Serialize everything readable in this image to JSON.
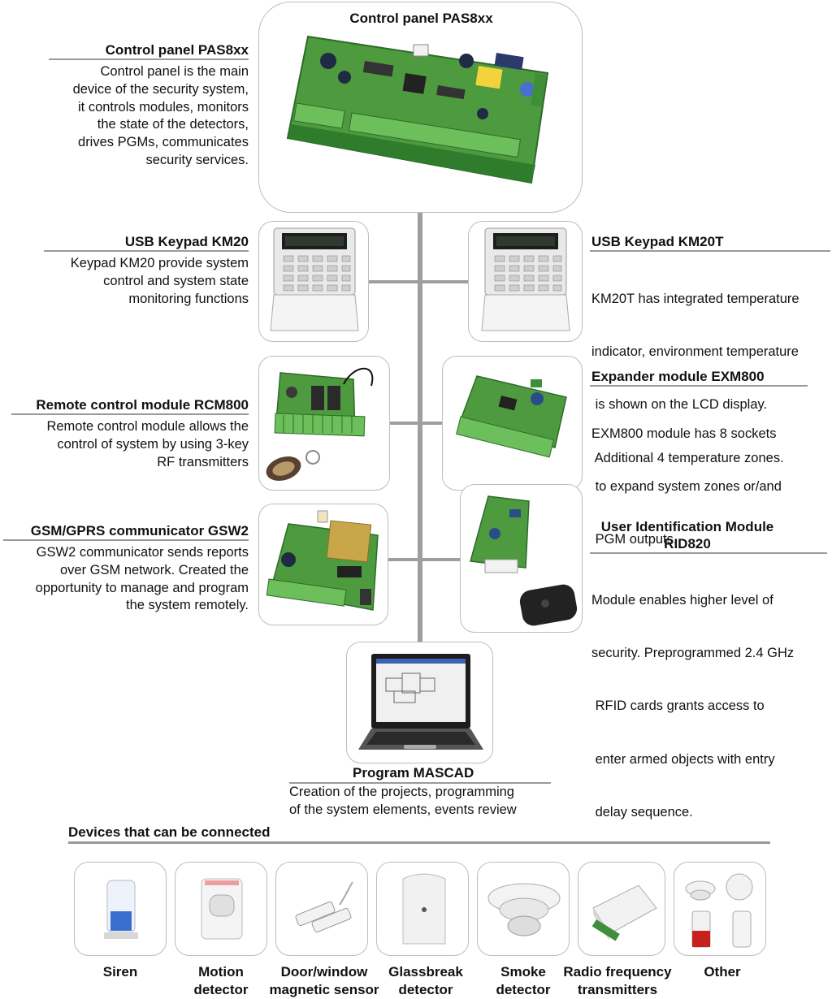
{
  "central": {
    "top_title": "Control panel PAS8xx",
    "left_title": "Control panel PAS8xx",
    "desc": [
      "Control panel is the main",
      "device of the security system,",
      "it controls modules, monitors",
      "the state of the detectors,",
      "drives PGMs, communicates",
      "security services."
    ]
  },
  "km20": {
    "title": "USB Keypad KM20",
    "desc": [
      "Keypad KM20 provide system",
      "control and system state",
      "monitoring functions"
    ]
  },
  "km20t": {
    "title": "USB Keypad KM20T",
    "desc": [
      "KM20T has integrated temperature",
      "indicator, environment temperature",
      " is shown on the LCD display.",
      " Additional 4 temperature zones."
    ]
  },
  "rcm800": {
    "title": "Remote control module RCM800",
    "desc": [
      "Remote control module allows the",
      "control of system by using 3-key",
      "RF transmitters"
    ]
  },
  "exm800": {
    "title": "Expander module EXM800",
    "desc": [
      "EXM800 module has 8 sockets",
      " to expand system zones or/and",
      " PGM outputs."
    ]
  },
  "gsw2": {
    "title": "GSM/GPRS communicator GSW2",
    "desc": [
      "GSW2 communicator sends reports",
      "over GSM network. Created the",
      "opportunity to manage and program",
      "the system remotely."
    ]
  },
  "rid820": {
    "title_lines": [
      "User Identification Module",
      "RID820"
    ],
    "desc": [
      "Module enables higher level of",
      "security. Preprogrammed 2.4 GHz",
      " RFID cards grants access to",
      " enter armed objects with entry",
      " delay sequence."
    ]
  },
  "mascad": {
    "title": "Program MASCAD",
    "desc": [
      "Creation of the projects, programming",
      "of the system elements, events review"
    ]
  },
  "devices": {
    "heading": "Devices that can be connected",
    "items": [
      {
        "label": [
          "Siren"
        ]
      },
      {
        "label": [
          "Motion",
          "detector"
        ]
      },
      {
        "label": [
          "Door/window",
          "magnetic sensor"
        ]
      },
      {
        "label": [
          "Glassbreak",
          "detector"
        ]
      },
      {
        "label": [
          "Smoke",
          "detector"
        ]
      },
      {
        "label": [
          "Radio frequency",
          "transmitters"
        ]
      },
      {
        "label": [
          "Other"
        ]
      }
    ]
  },
  "colors": {
    "pcb_green": "#4e9a3e",
    "terminal_green": "#3f8f3a",
    "connector": "#9e9e9e",
    "card_border": "#bdbdbd",
    "siren_blue": "#3a6fd0",
    "siren_red": "#c8201d"
  }
}
